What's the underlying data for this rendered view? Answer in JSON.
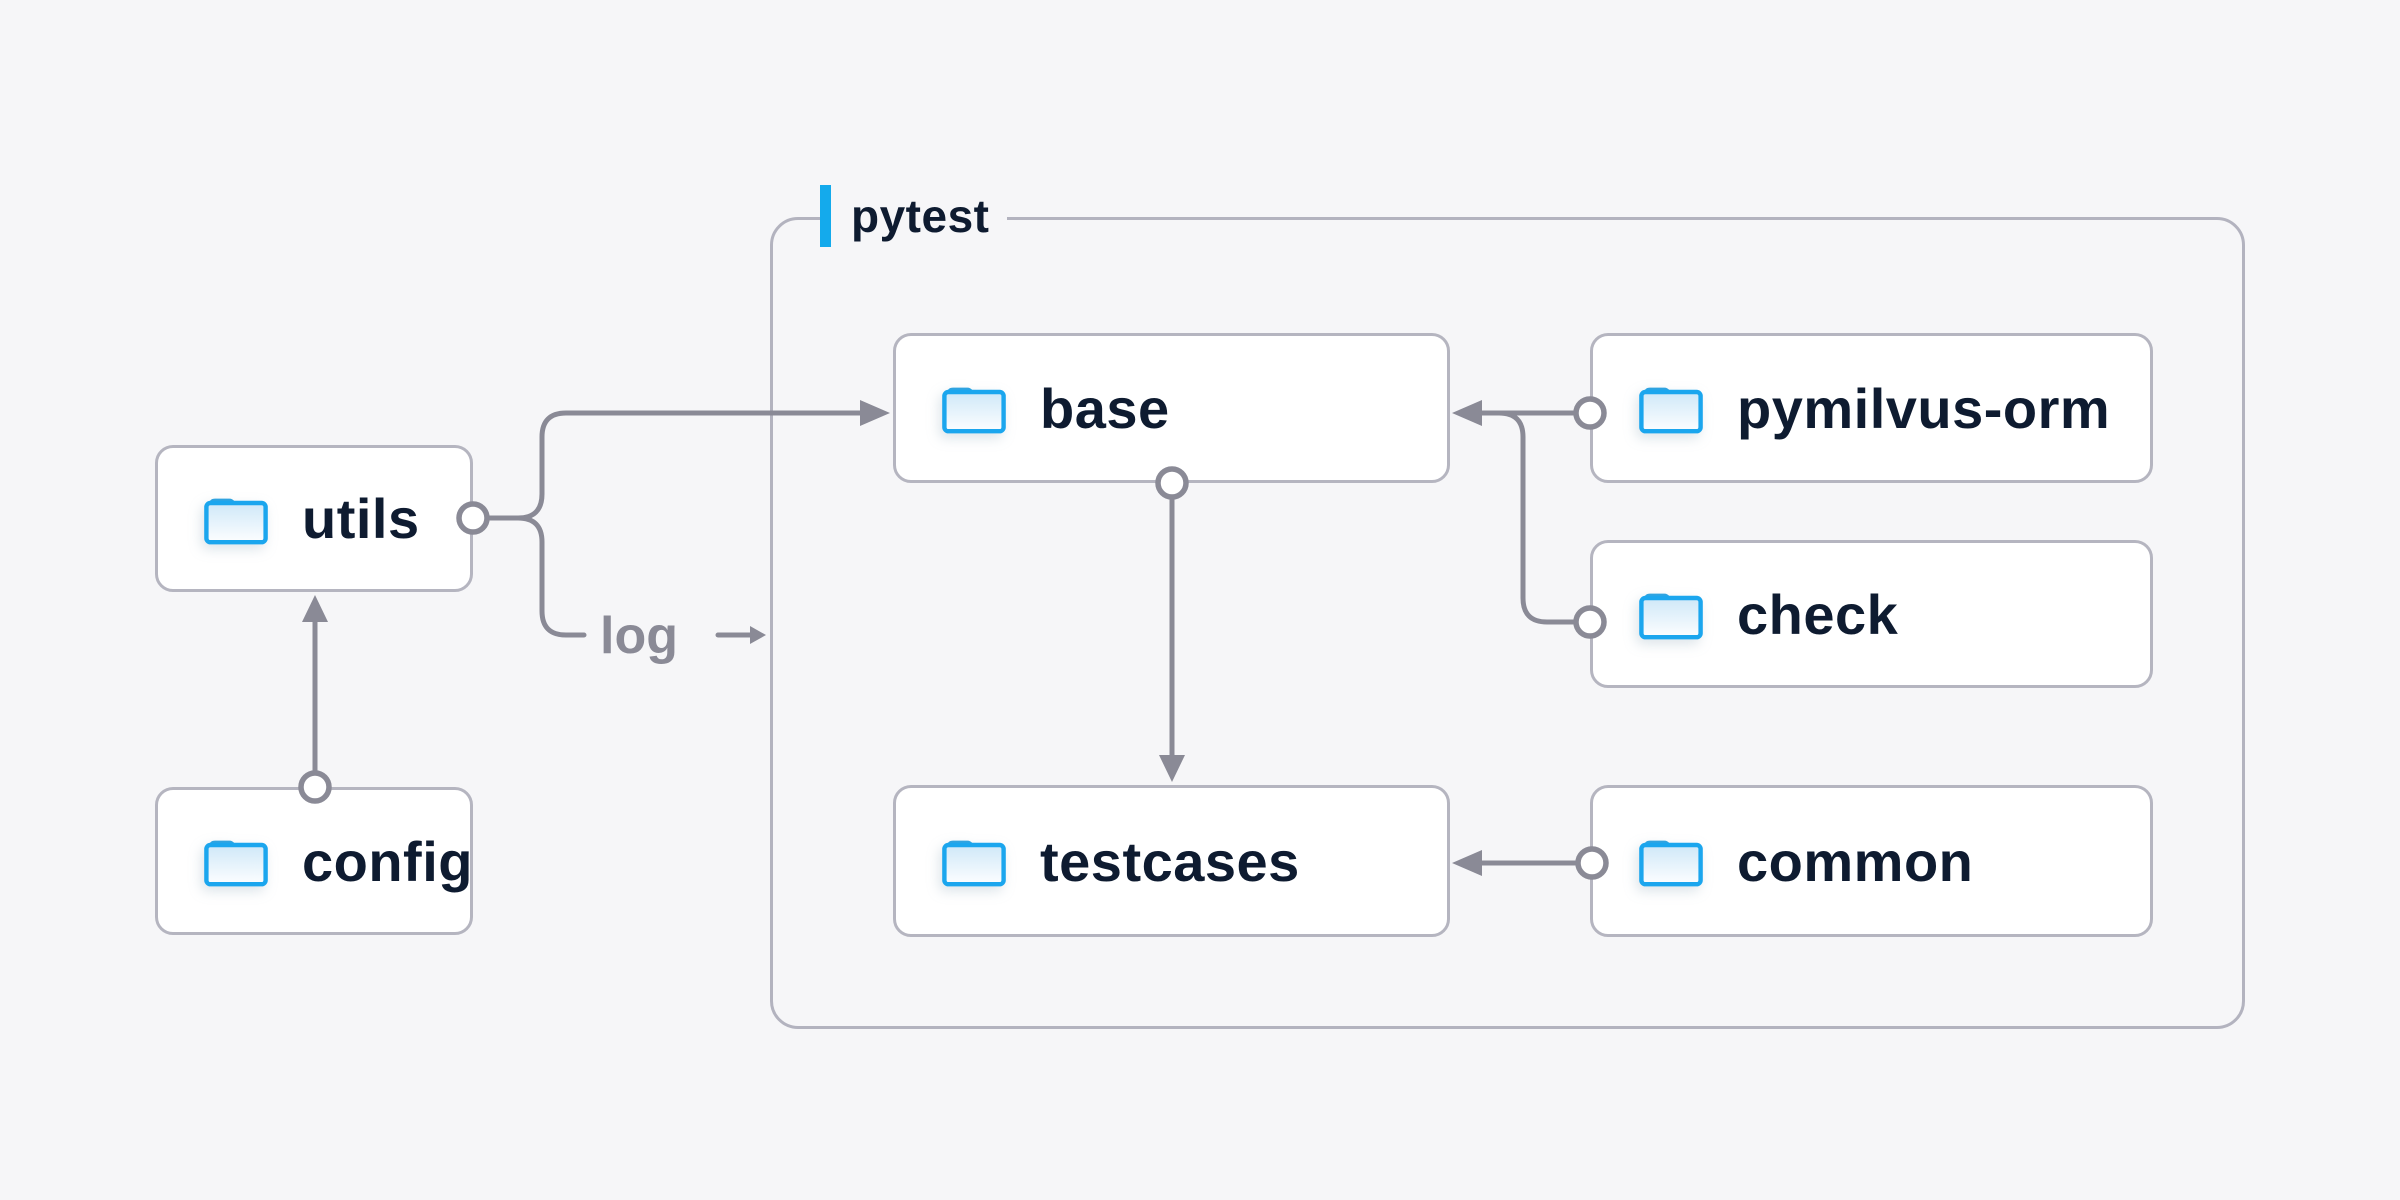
{
  "diagram": {
    "container": {
      "label": "pytest"
    },
    "nodes": {
      "utils": {
        "label": "utils"
      },
      "config": {
        "label": "config"
      },
      "base": {
        "label": "base"
      },
      "pymilvus_orm": {
        "label": "pymilvus-orm"
      },
      "check": {
        "label": "check"
      },
      "testcases": {
        "label": "testcases"
      },
      "common": {
        "label": "common"
      }
    },
    "edge_label_log": "log",
    "edges": [
      {
        "from": "config",
        "to": "utils"
      },
      {
        "from": "utils",
        "to": "base"
      },
      {
        "from": "utils",
        "to": "log"
      },
      {
        "from": "pymilvus-orm",
        "to": "base"
      },
      {
        "from": "check",
        "to": "base"
      },
      {
        "from": "base",
        "to": "testcases"
      },
      {
        "from": "common",
        "to": "testcases"
      }
    ],
    "colors": {
      "background": "#f6f6f8",
      "node_background": "#ffffff",
      "node_border": "#b5b5c0",
      "container_border": "#b3b3bf",
      "connector_gray": "#8a8a96",
      "text_navy": "#0e1b30",
      "accent_blue": "#14aaec",
      "folder_blue": "#1ba6ee",
      "folder_tab_blue": "#2fa3e0"
    }
  }
}
